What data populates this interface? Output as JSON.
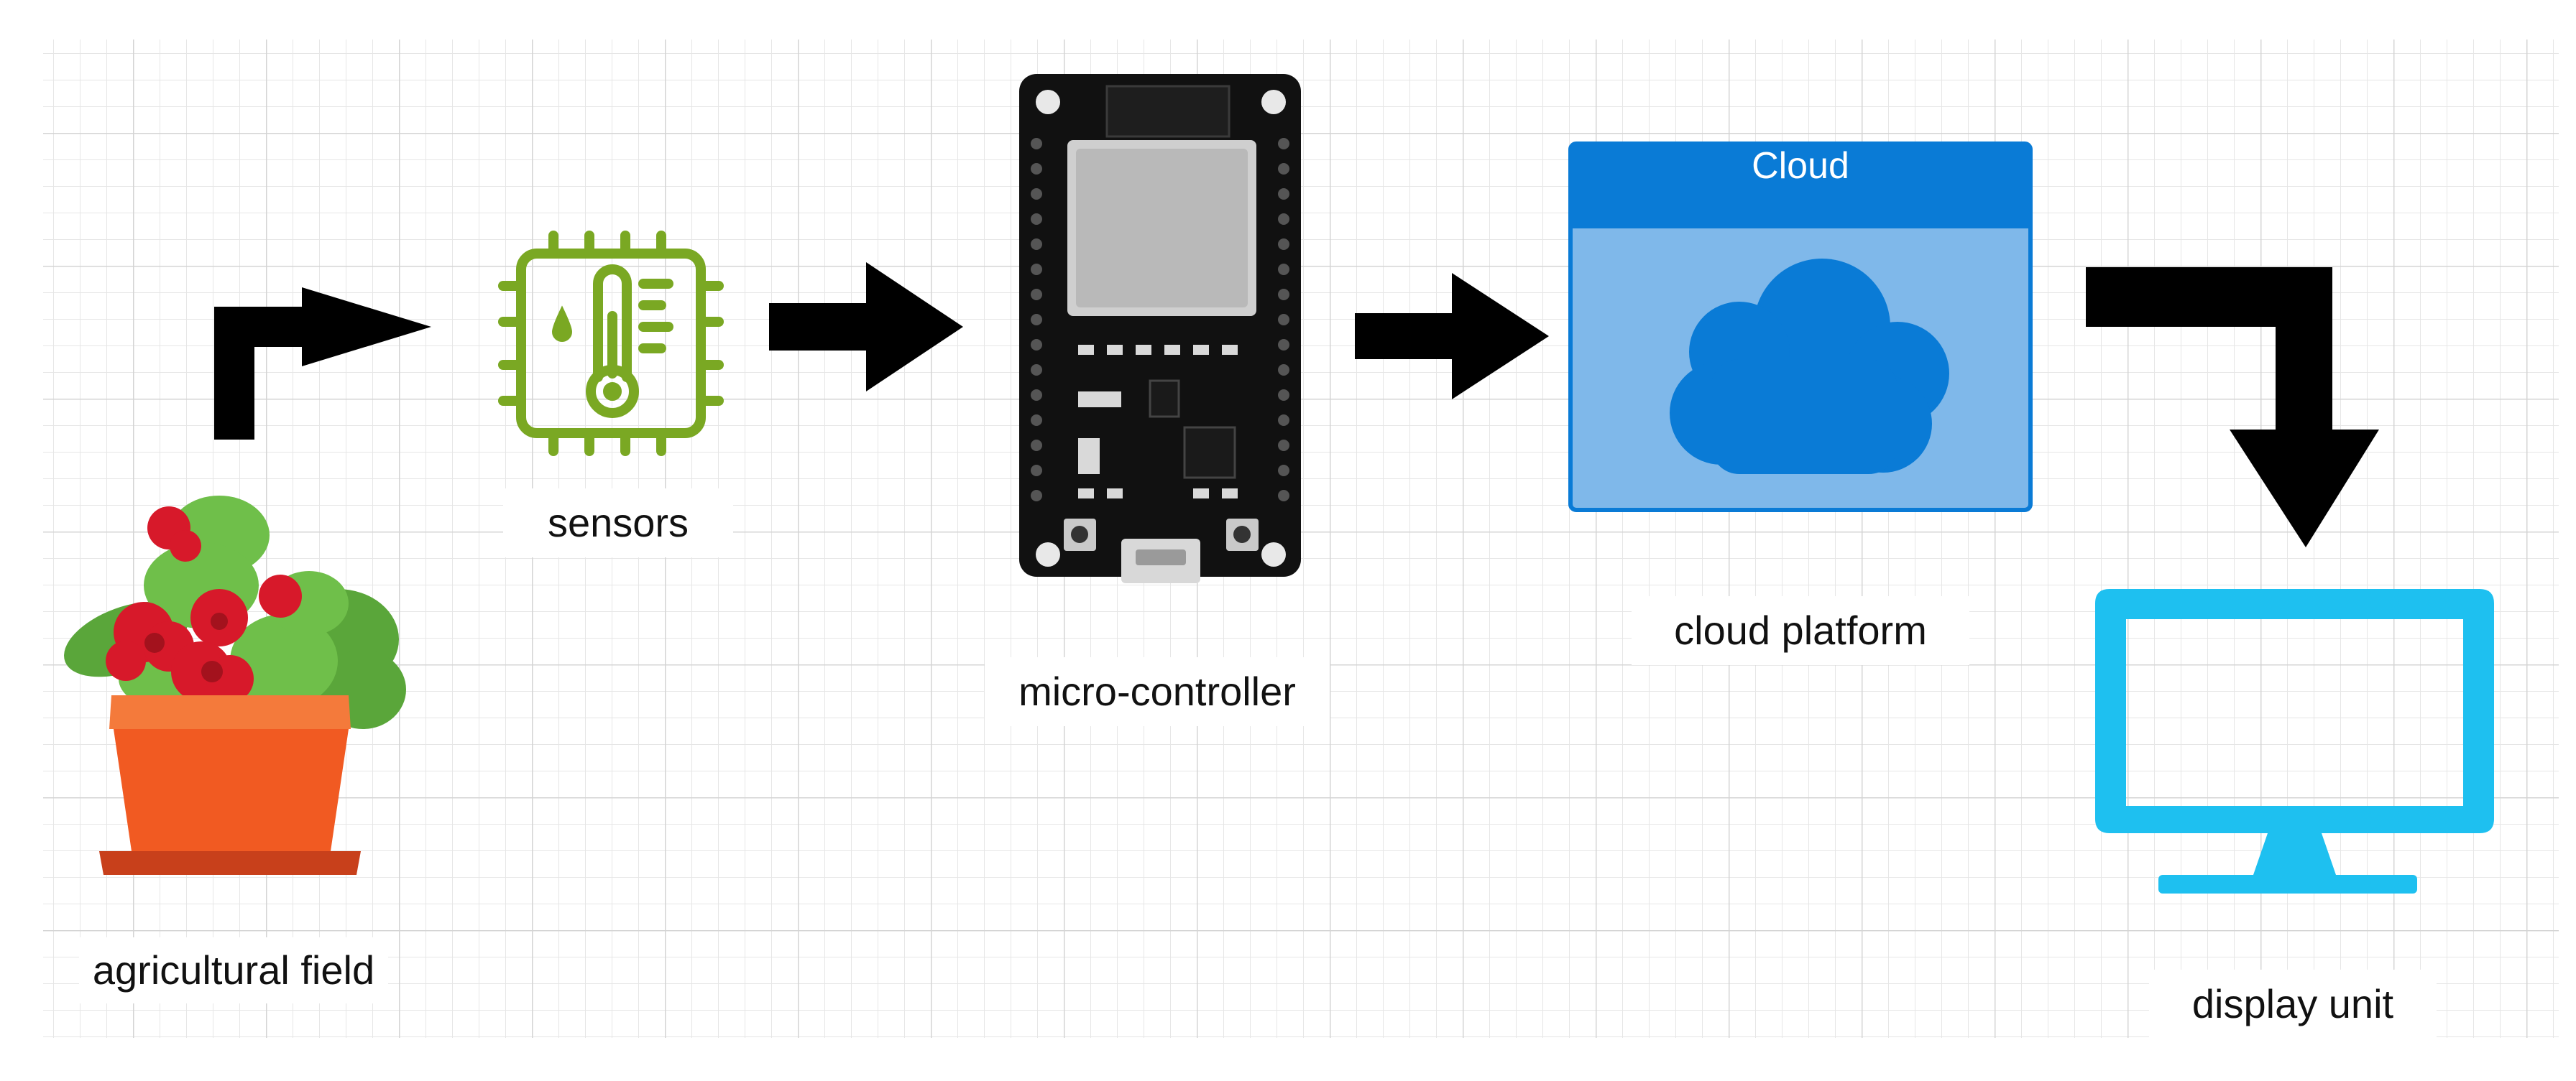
{
  "diagram": {
    "nodes": [
      {
        "id": "field",
        "label": "agricultural field",
        "icon": "flower-pot-icon"
      },
      {
        "id": "sensors",
        "label": "sensors",
        "icon": "temperature-sensor-chip-icon"
      },
      {
        "id": "mcu",
        "label": "micro-controller",
        "icon": "esp32-board-icon"
      },
      {
        "id": "cloud",
        "label": "cloud platform",
        "title": "Cloud",
        "icon": "cloud-icon"
      },
      {
        "id": "display",
        "label": "display unit",
        "icon": "monitor-icon"
      }
    ],
    "edges": [
      {
        "from": "field",
        "to": "sensors"
      },
      {
        "from": "sensors",
        "to": "mcu"
      },
      {
        "from": "mcu",
        "to": "cloud"
      },
      {
        "from": "cloud",
        "to": "display"
      }
    ]
  },
  "colors": {
    "arrow": "#000000",
    "sensor": "#7aa823",
    "cloud_header": "#0a7bd6",
    "cloud_body": "#7fb8ea",
    "cloud_icon": "#0a7bd6",
    "monitor": "#1ec0f0",
    "pot": "#f15a22",
    "grid": "#dcdcdc"
  }
}
